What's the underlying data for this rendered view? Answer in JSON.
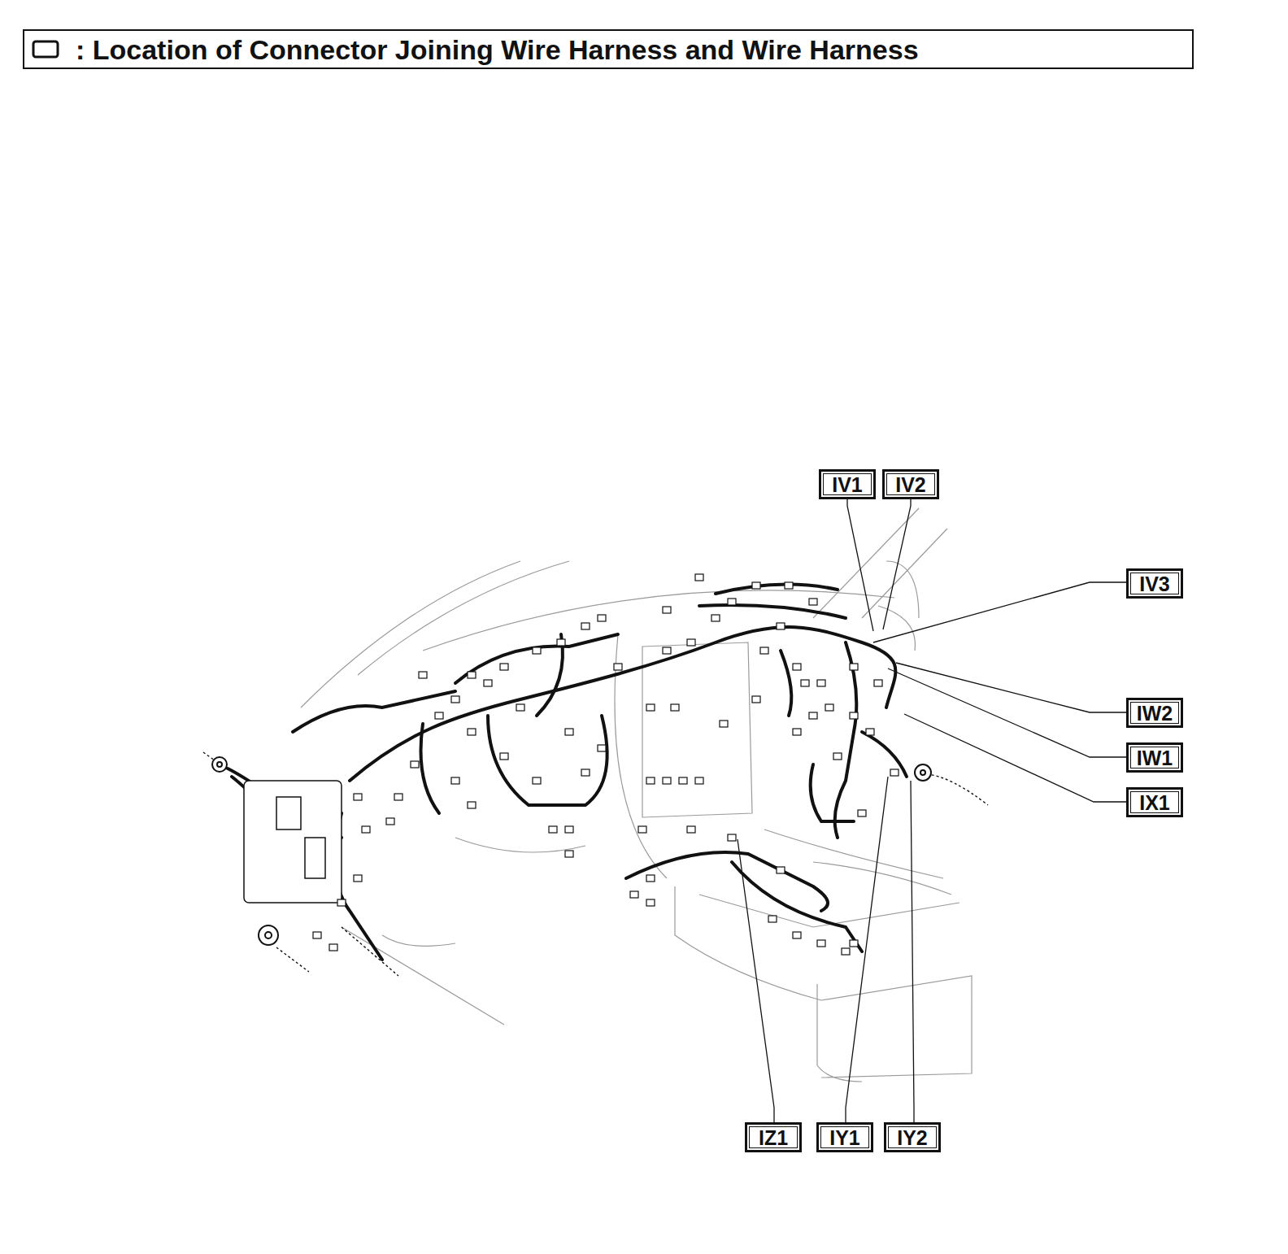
{
  "diagram": {
    "title": ": Location of Connector Joining Wire Harness and Wire Harness",
    "nodes": [
      {
        "text": [
          "IV1"
        ]
      },
      {
        "text": [
          "IV2"
        ]
      },
      {
        "text": [
          "IV3"
        ]
      },
      {
        "text": [
          "IW2"
        ]
      },
      {
        "text": [
          "IW1"
        ]
      },
      {
        "text": [
          "IX1"
        ]
      },
      {
        "text": [
          "IZ1"
        ]
      },
      {
        "text": [
          "IY1"
        ]
      },
      {
        "text": [
          "IY2"
        ]
      }
    ]
  }
}
